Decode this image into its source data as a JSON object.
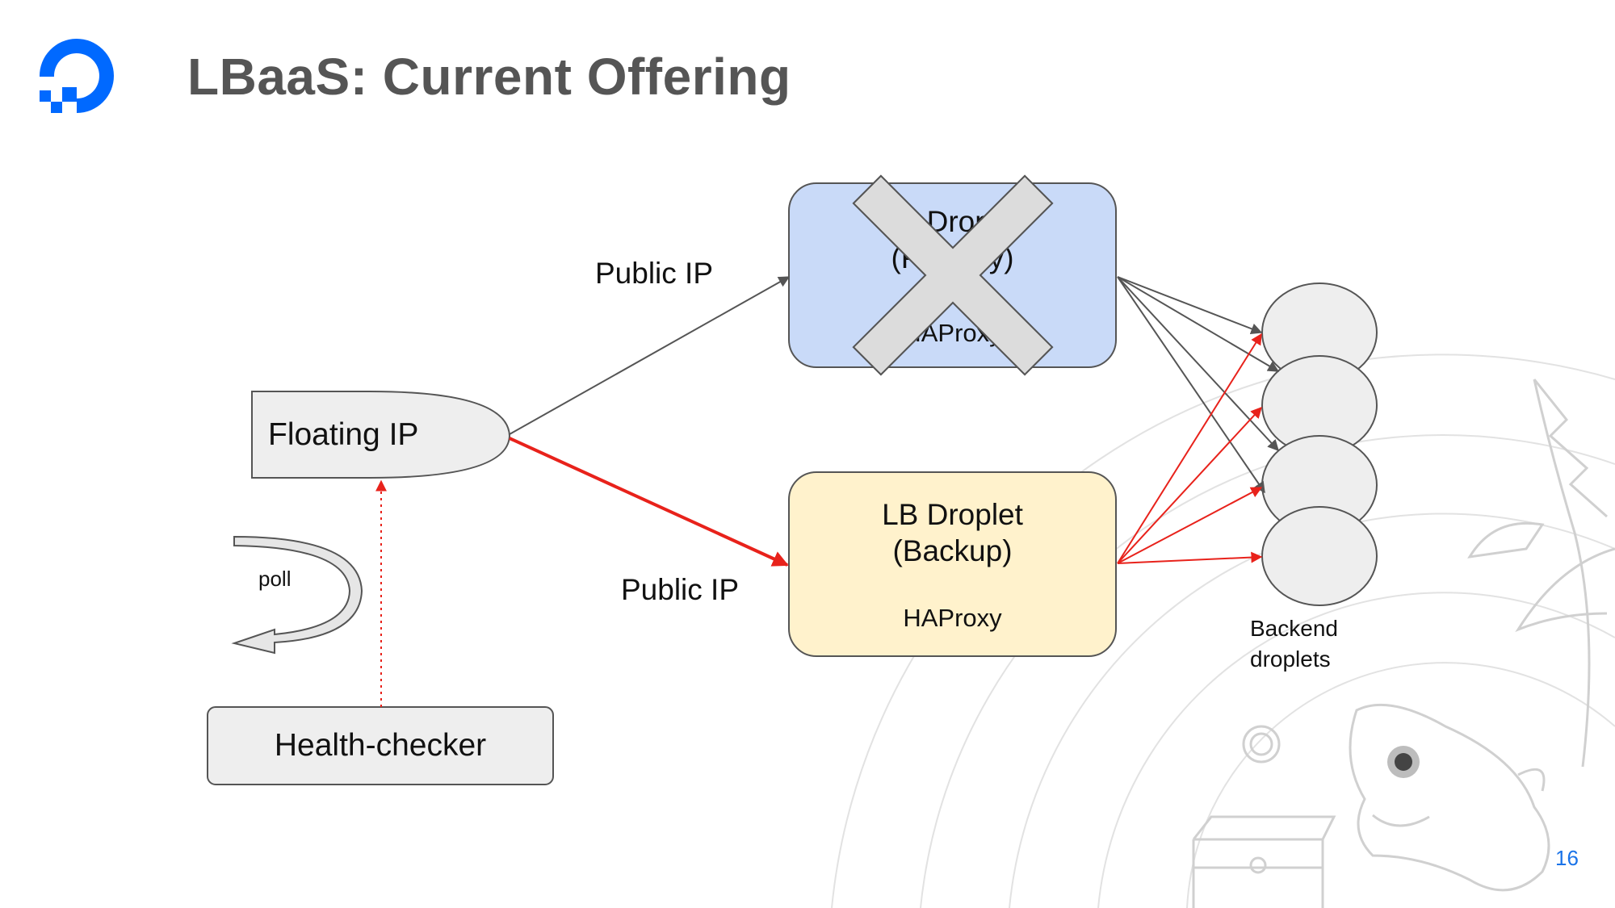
{
  "slide": {
    "title": "LBaaS: Current Offering",
    "page_number": "16",
    "brand_color": "#0069ff"
  },
  "diagram": {
    "floating_ip": "Floating IP",
    "health_checker": "Health-checker",
    "poll": "poll",
    "public_ip_top": "Public IP",
    "public_ip_bottom": "Public IP",
    "primary_lb": {
      "title_line1": "LB Droplet",
      "title_line2": "(Primary)",
      "software": "HAProxy",
      "fill": "#c9daf8",
      "failed_marker": "x-cross-icon"
    },
    "backup_lb": {
      "title_line1": "LB Droplet",
      "title_line2": "(Backup)",
      "software": "HAProxy",
      "fill": "#fff2cc"
    },
    "backend": {
      "label_line1": "Backend",
      "label_line2": "droplets",
      "count": 4
    },
    "colors": {
      "active_path": "#e8221b",
      "inactive_path": "#555555",
      "node_fill": "#eeeeee",
      "stroke": "#555555"
    }
  }
}
